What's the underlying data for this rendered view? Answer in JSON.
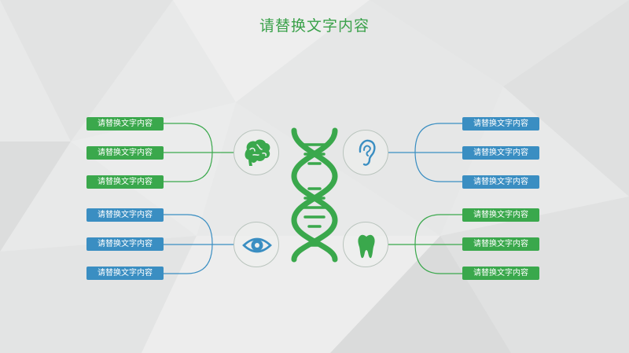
{
  "slide": {
    "title": "请替换文字内容",
    "accent_green": "#3aa84c",
    "accent_blue": "#3a8ec2"
  },
  "left_top": {
    "icon": "brain-icon",
    "color": "#3aa84c",
    "labels": [
      "请替换文字内容",
      "请替换文字内容",
      "请替换文字内容"
    ]
  },
  "left_bottom": {
    "icon": "eye-icon",
    "color": "#3a8ec2",
    "labels": [
      "请替换文字内容",
      "请替换文字内容",
      "请替换文字内容"
    ]
  },
  "right_top": {
    "icon": "ear-icon",
    "color": "#3a8ec2",
    "labels": [
      "请替换文字内容",
      "请替换文字内容",
      "请替换文字内容"
    ]
  },
  "right_bottom": {
    "icon": "tooth-icon",
    "color": "#3aa84c",
    "labels": [
      "请替换文字内容",
      "请替换文字内容",
      "请替换文字内容"
    ]
  },
  "center": {
    "icon": "dna-icon",
    "color": "#3aa84c"
  }
}
